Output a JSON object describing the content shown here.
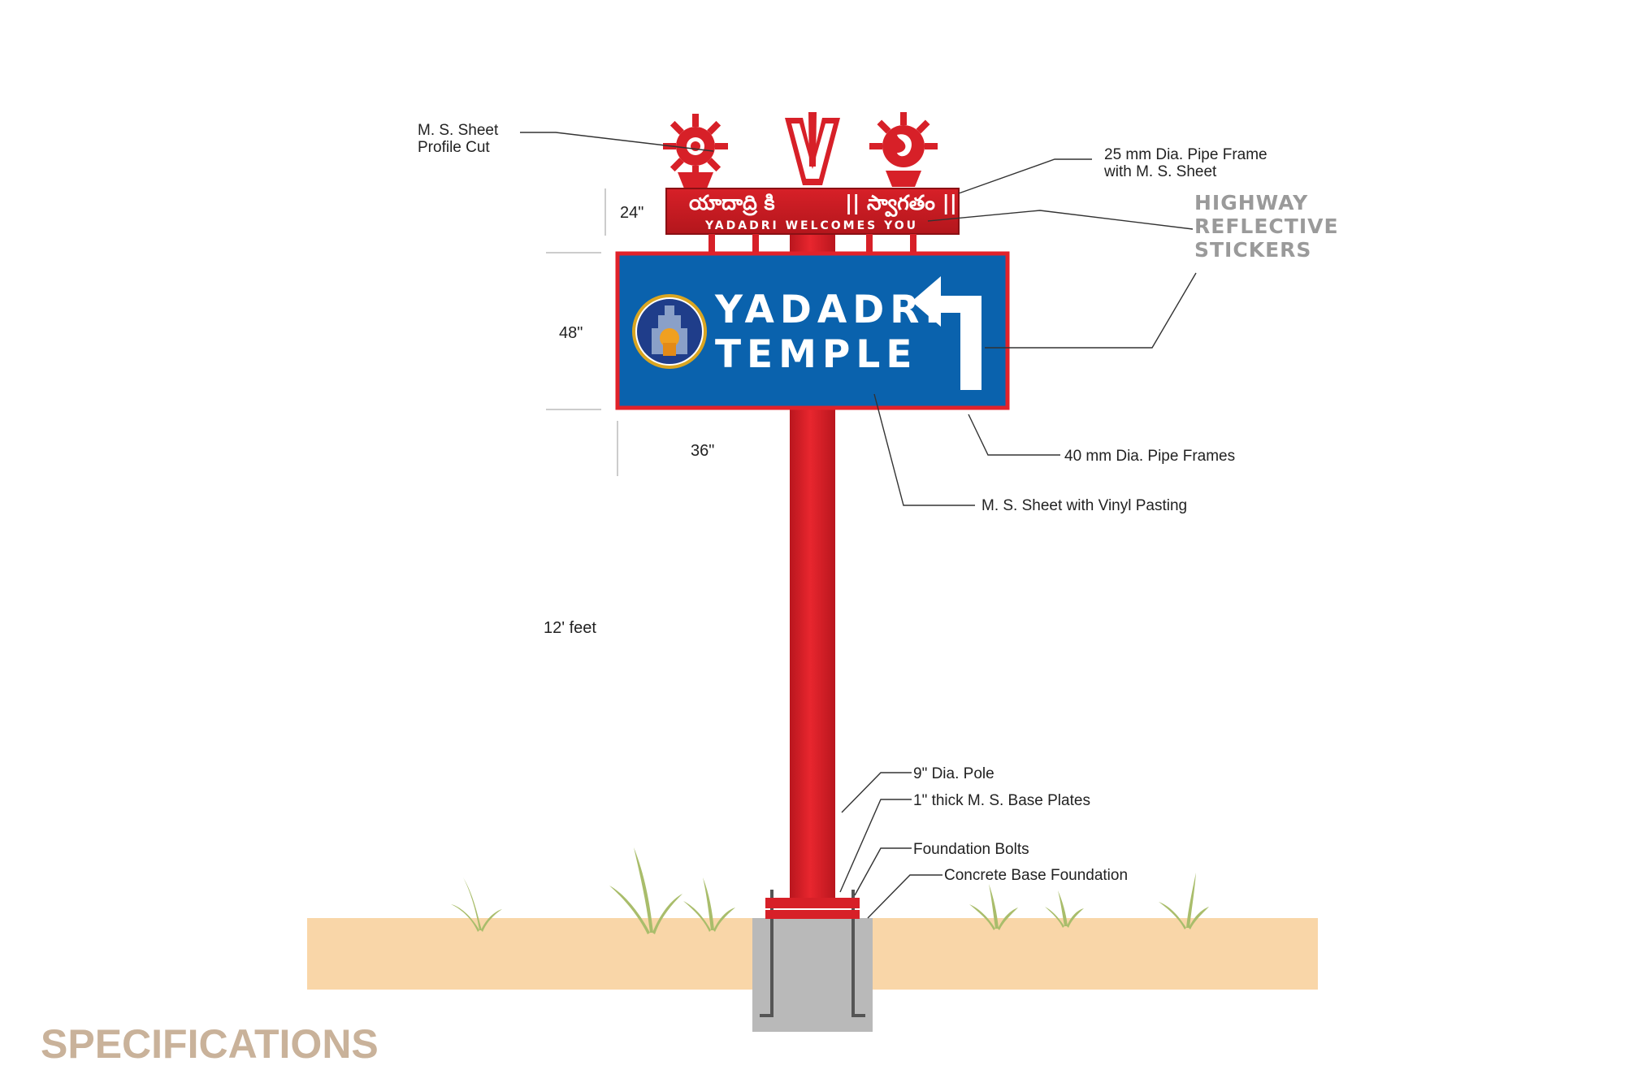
{
  "diagram": {
    "footer_title": "SPECIFICATIONS",
    "sign": {
      "line1": "YADADRI",
      "line2": "TEMPLE"
    },
    "banner": {
      "telugu_left": "యాదాద్రి కి",
      "telugu_right": "|| స్వాగతం ||",
      "english": "YADADRI  WELCOMES  YOU"
    },
    "dimensions": {
      "banner_height": "24\"",
      "sign_height": "48\"",
      "gap": "36\"",
      "pole_height": "12' feet"
    },
    "callouts": {
      "ms_sheet_profile_cut": [
        "M. S. Sheet",
        "Profile Cut"
      ],
      "pipe_frame_25mm": [
        "25 mm Dia. Pipe Frame",
        "with M. S. Sheet"
      ],
      "highway_reflective": [
        "HIGHWAY",
        "REFLECTIVE",
        "STICKERS"
      ],
      "pipe_frames_40mm": "40 mm Dia. Pipe Frames",
      "ms_sheet_vinyl": "M. S. Sheet with Vinyl Pasting",
      "pole": "9\" Dia. Pole",
      "base_plates": "1\" thick M. S. Base Plates",
      "foundation_bolts": "Foundation Bolts",
      "concrete_base": "Concrete Base Foundation"
    },
    "colors": {
      "pole_red": "#e1222a",
      "sign_blue": "#0a62ad",
      "ground": "#f9d6a8",
      "concrete": "#b9b9b9",
      "grass": "#a9bd6b",
      "footer": "#c9b29a"
    }
  }
}
